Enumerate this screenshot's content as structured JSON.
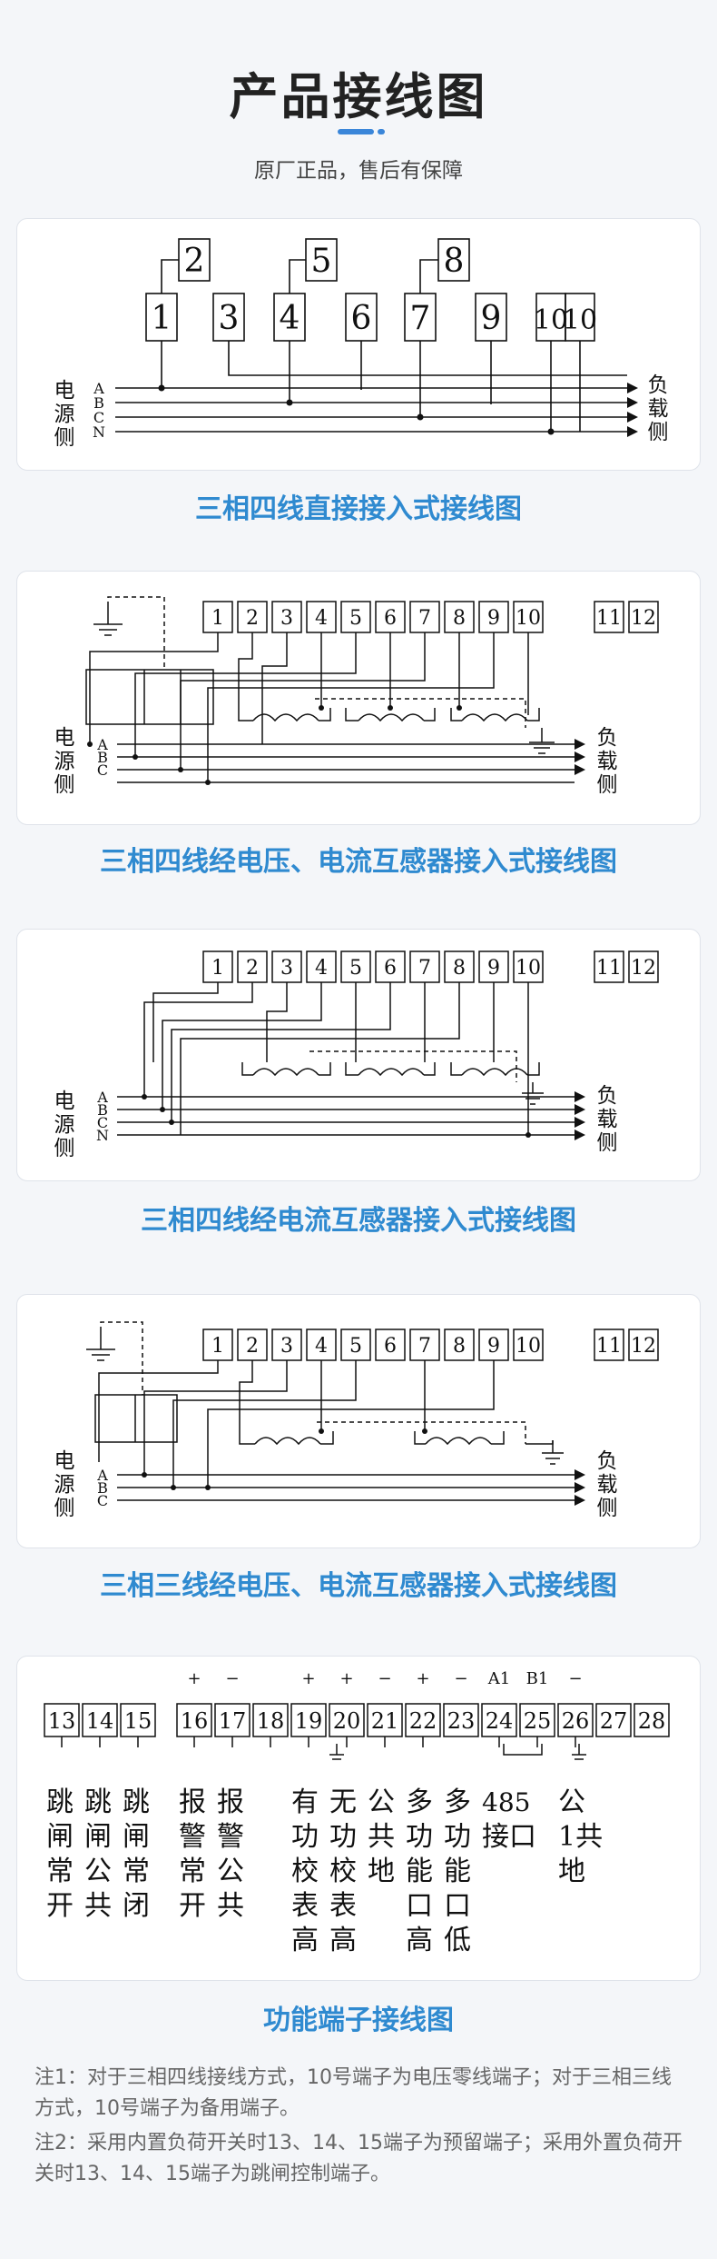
{
  "header": {
    "title": "产品接线图",
    "subtitle": "原厂正品，售后有保障"
  },
  "labels": {
    "source": [
      "电",
      "源",
      "侧"
    ],
    "load": [
      "负",
      "载",
      "侧"
    ],
    "phases4": [
      "A",
      "B",
      "C",
      "N"
    ],
    "phases3": [
      "A",
      "B",
      "C"
    ]
  },
  "diagram1": {
    "caption": "三相四线直接接入式接线图",
    "terminals_bottom": [
      "1",
      "3",
      "4",
      "6",
      "7",
      "9",
      "10",
      "10"
    ],
    "terminals_top": [
      "2",
      "5",
      "8"
    ]
  },
  "diagram2": {
    "caption": "三相四线经电压、电流互感器接入式接线图",
    "terminals": [
      "1",
      "2",
      "3",
      "4",
      "5",
      "6",
      "7",
      "8",
      "9",
      "10"
    ],
    "extra": [
      "11",
      "12"
    ]
  },
  "diagram3": {
    "caption": "三相四线经电流互感器接入式接线图",
    "terminals": [
      "1",
      "2",
      "3",
      "4",
      "5",
      "6",
      "7",
      "8",
      "9",
      "10"
    ],
    "extra": [
      "11",
      "12"
    ]
  },
  "diagram4": {
    "caption": "三相三线经电压、电流互感器接入式接线图",
    "terminals": [
      "1",
      "2",
      "3",
      "4",
      "5",
      "6",
      "7",
      "8",
      "9",
      "10"
    ],
    "extra": [
      "11",
      "12"
    ]
  },
  "function": {
    "caption": "功能端子接线图",
    "terminals": [
      "13",
      "14",
      "15",
      "16",
      "17",
      "18",
      "19",
      "20",
      "21",
      "22",
      "23",
      "24",
      "25",
      "26",
      "27",
      "28"
    ],
    "signs": [
      "+",
      "−",
      "+",
      "+",
      "−",
      "+",
      "−",
      "A1",
      "B1",
      "−"
    ],
    "rows": [
      [
        "跳",
        "跳",
        "跳",
        "报",
        "报",
        "有",
        "无",
        "公",
        "多",
        "多",
        "485",
        "公"
      ],
      [
        "闸",
        "闸",
        "闸",
        "警",
        "警",
        "功",
        "功",
        "共",
        "功",
        "功",
        "接口",
        "1共"
      ],
      [
        "常",
        "公",
        "常",
        "常",
        "公",
        "校",
        "校",
        "地",
        "能",
        "能",
        "地"
      ],
      [
        "开",
        "共",
        "闭",
        "开",
        "共",
        "表",
        "表",
        "口",
        "口"
      ],
      [
        "高",
        "高",
        "高",
        "低"
      ]
    ]
  },
  "notes": [
    "注1：对于三相四线接线方式，10号端子为电压零线端子；对于三相三线方式，10号端子为备用端子。",
    "注2：采用内置负荷开关时13、14、15端子为预留端子；采用外置负荷开关时13、14、15端子为跳闸控制端子。"
  ],
  "colors": {
    "accent": "#2f8ad0",
    "line": "#111111"
  }
}
